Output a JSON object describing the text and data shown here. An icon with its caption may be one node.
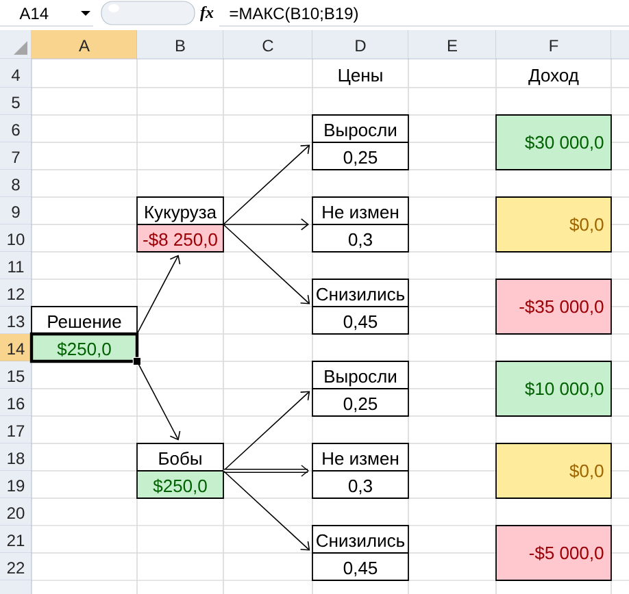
{
  "diagram": {
    "nodes": [
      {
        "text": [
          "Выросли",
          "0,25"
        ]
      },
      {
        "text": [
          "$30 000,0"
        ]
      },
      {
        "text": [
          "Кукуруза",
          "-$8 250,0"
        ]
      },
      {
        "text": [
          "Не измен",
          "0,3"
        ]
      },
      {
        "text": [
          "$0,0"
        ]
      },
      {
        "text": [
          "Снизились",
          "0,45"
        ]
      },
      {
        "text": [
          "-$35 000,0"
        ]
      },
      {
        "text": [
          "Решение",
          "$250,0"
        ]
      },
      {
        "text": [
          "Выросли",
          "0,25"
        ]
      },
      {
        "text": [
          "$10 000,0"
        ]
      },
      {
        "text": [
          "Бобы",
          "$250,0"
        ]
      },
      {
        "text": [
          "Не измен",
          "0,3"
        ]
      },
      {
        "text": [
          "$0,0"
        ]
      },
      {
        "text": [
          "Снизились",
          "0,45"
        ]
      },
      {
        "text": [
          "-$5 000,0"
        ]
      }
    ],
    "edges": [
      {
        "from": 7,
        "to": 2,
        "arrow": "to"
      },
      {
        "from": 7,
        "to": 10,
        "arrow": "to"
      },
      {
        "from": 2,
        "to": 0,
        "arrow": "to"
      },
      {
        "from": 2,
        "to": 3,
        "arrow": "to"
      },
      {
        "from": 2,
        "to": 5,
        "arrow": "to"
      },
      {
        "from": 10,
        "to": 8,
        "arrow": "to"
      },
      {
        "from": 10,
        "to": 11,
        "arrow": "to",
        "style": "thick"
      },
      {
        "from": 10,
        "to": 13,
        "arrow": "to"
      }
    ],
    "labels": [
      "A14",
      "fx",
      "=МАКС(B10;B19)",
      "A",
      "B",
      "C",
      "D",
      "E",
      "F",
      "4",
      "Цены",
      "Доход",
      "5",
      "6",
      "7",
      "8",
      "9",
      "10",
      "11",
      "12",
      "13",
      "14",
      "15",
      "16",
      "17",
      "18",
      "19",
      "20",
      "21",
      "22"
    ]
  }
}
